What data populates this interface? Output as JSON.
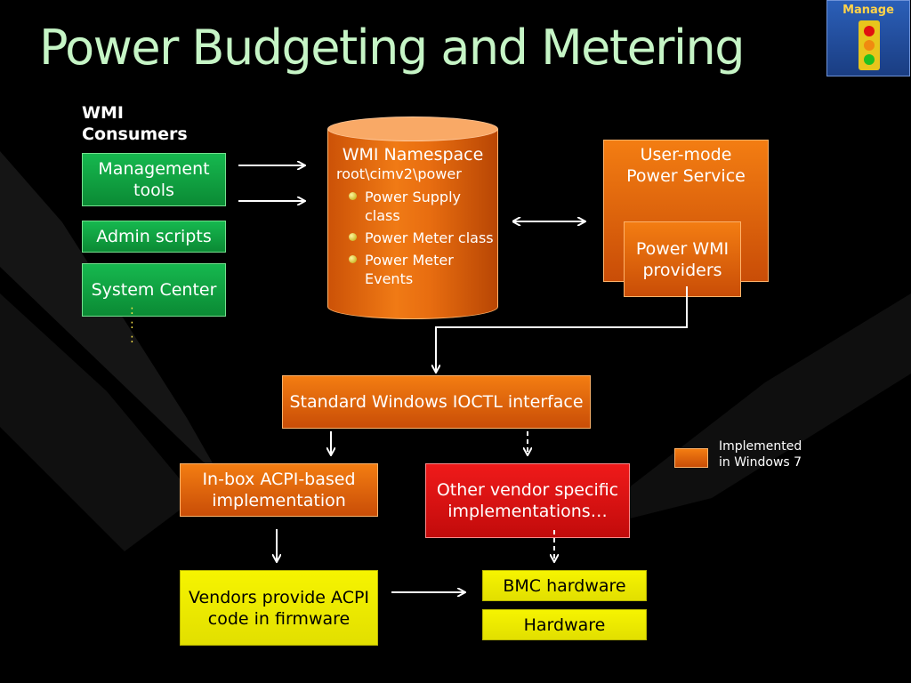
{
  "slide": {
    "title": "Power Budgeting and Metering",
    "badge": {
      "label": "Manage",
      "lights": [
        "#e01010",
        "#f08a10",
        "#20c020"
      ]
    }
  },
  "consumers": {
    "heading": "WMI Consumers",
    "items": [
      "Management tools",
      "Admin scripts",
      "System Center"
    ],
    "continuation": ":"
  },
  "namespace": {
    "title": "WMI Namespace",
    "path": "root\\cimv2\\power",
    "classes": [
      "Power Supply class",
      "Power Meter class",
      "Power Meter Events"
    ]
  },
  "service": {
    "title": "User-mode Power Service",
    "providers": "Power WMI providers"
  },
  "ioctl": {
    "label": "Standard Windows IOCTL interface"
  },
  "implementations": {
    "inbox": "In-box ACPI-based implementation",
    "vendor": "Other vendor specific implementations…"
  },
  "firmware": {
    "acpi": "Vendors provide ACPI code in firmware",
    "bmc": "BMC hardware",
    "hardware": "Hardware"
  },
  "legend": {
    "label": "Implemented in Windows 7",
    "color": "#f07a15"
  },
  "colors": {
    "title": "#c6f5c6",
    "green": "#0f9c40",
    "orange": "#e6680e",
    "red": "#dc1212",
    "yellow": "#f0ee00"
  }
}
